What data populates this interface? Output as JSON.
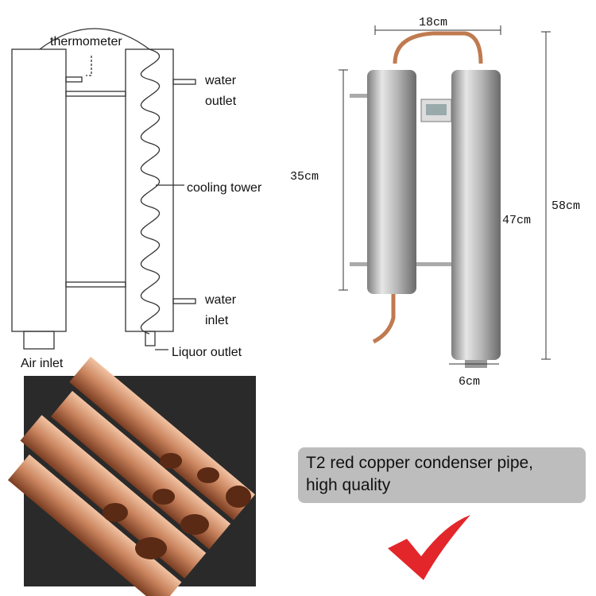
{
  "diagram": {
    "labels": {
      "thermometer": "thermometer",
      "water_outlet_1": "water",
      "water_outlet_2": "outlet",
      "cooling_tower": "cooling tower",
      "water_inlet_1": "water",
      "water_inlet_2": "inlet",
      "air_inlet": "Air inlet",
      "liquor_outlet": "Liquor outlet"
    }
  },
  "dimensions": {
    "width_top": "18cm",
    "left_height": "35cm",
    "right_height": "47cm",
    "total_height": "58cm",
    "diameter": "6cm"
  },
  "callout": {
    "line1": "T2 red copper condenser pipe,",
    "line2": "high quality"
  },
  "colors": {
    "copper": "#c8825c",
    "check": "#e3262a",
    "callout_bg": "#bdbdbd"
  }
}
